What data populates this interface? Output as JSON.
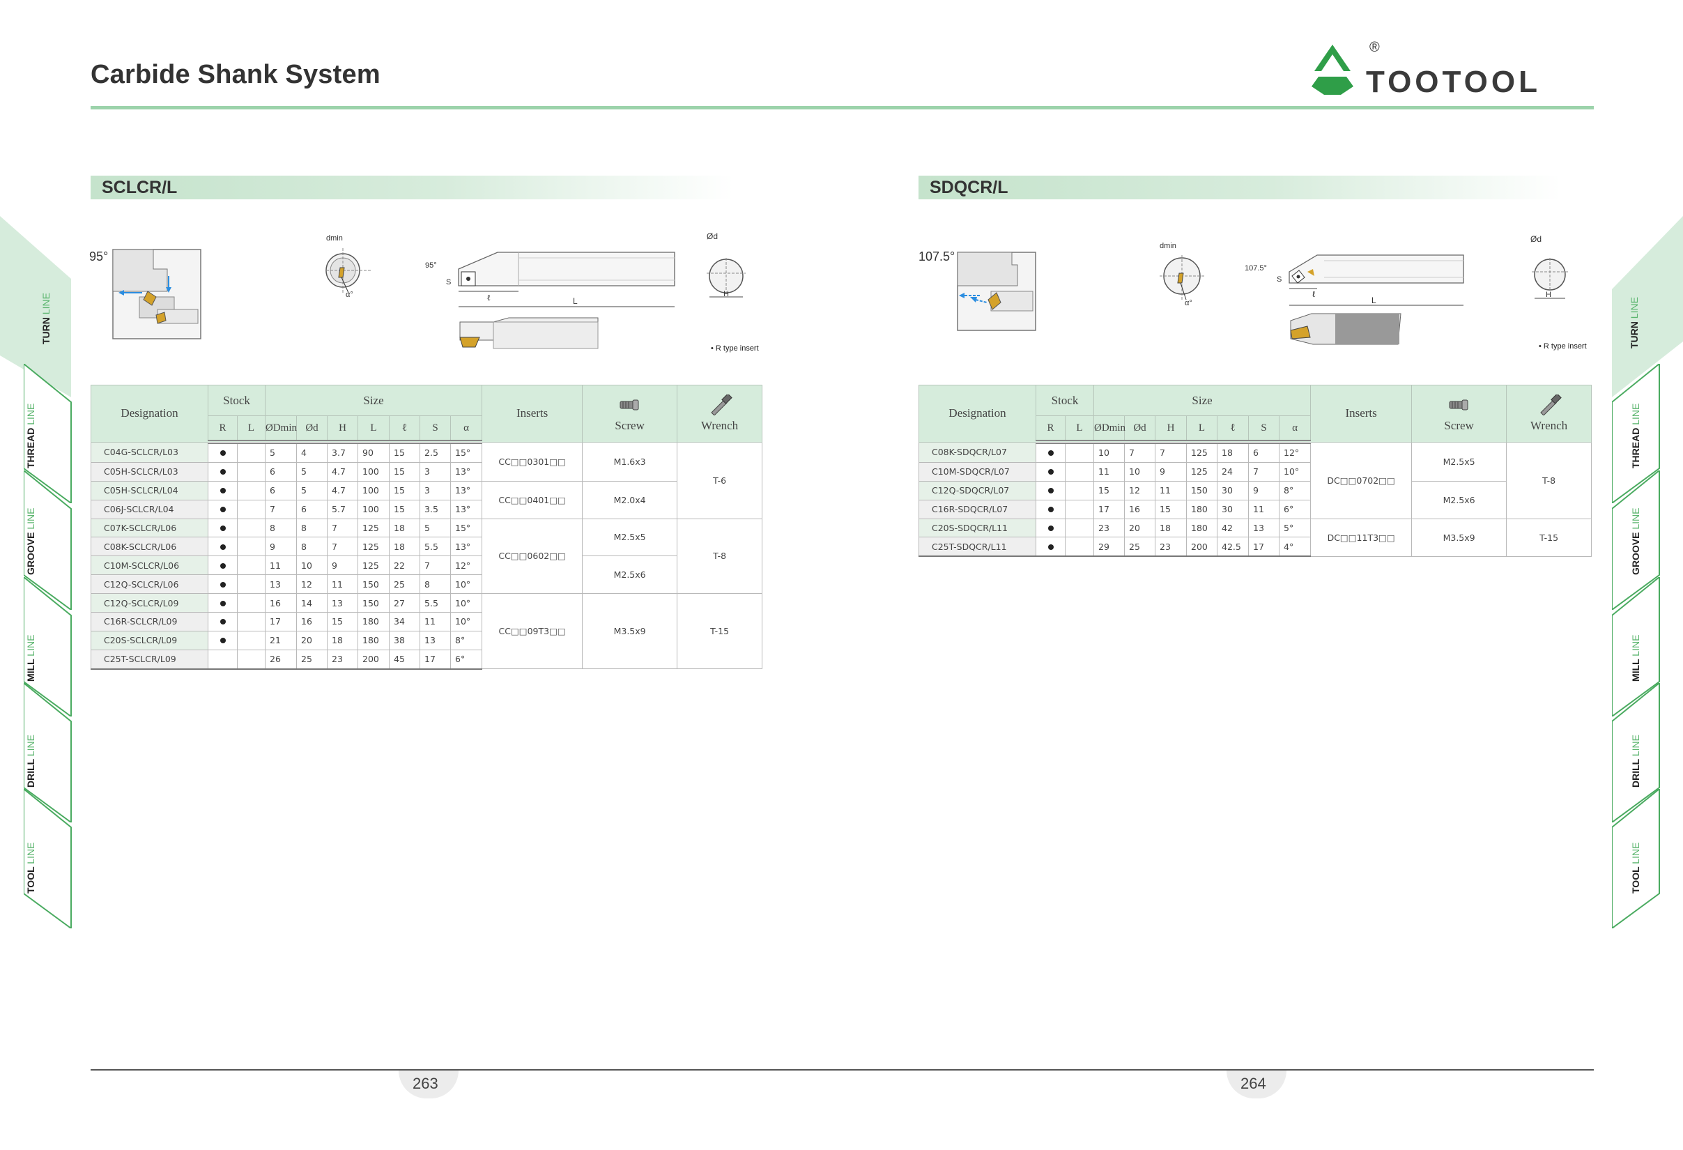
{
  "header": {
    "title": "Carbide Shank System",
    "brand": "TOOTOOL",
    "registered": "®",
    "brand_color": "#2f9e48",
    "rule_color": "#9cd3ab"
  },
  "side_nav": {
    "left": [
      {
        "w1": "TURN",
        "w2": "LINE",
        "active": true
      },
      {
        "w1": "THREAD",
        "w2": "LINE",
        "active": false
      },
      {
        "w1": "GROOVE",
        "w2": "LINE",
        "active": false
      },
      {
        "w1": "MILL",
        "w2": "LINE",
        "active": false
      },
      {
        "w1": "DRILL",
        "w2": "LINE",
        "active": false
      },
      {
        "w1": "TOOL",
        "w2": "LINE",
        "active": false
      }
    ],
    "right": [
      {
        "w1": "TURN",
        "w2": "LINE",
        "active": true
      },
      {
        "w1": "THREAD",
        "w2": "LINE",
        "active": false
      },
      {
        "w1": "GROOVE",
        "w2": "LINE",
        "active": false
      },
      {
        "w1": "MILL",
        "w2": "LINE",
        "active": false
      },
      {
        "w1": "DRILL",
        "w2": "LINE",
        "active": false
      },
      {
        "w1": "TOOL",
        "w2": "LINE",
        "active": false
      }
    ]
  },
  "left_section": {
    "title": "SCLCR/L",
    "angle": "95°",
    "dim_angle": "95°",
    "dmin": "dmin",
    "od": "Ød",
    "h": "H",
    "alpha": "α°",
    "s": "S",
    "lsmall": "ℓ",
    "L": "L",
    "note": "• R type insert",
    "headers": {
      "designation": "Designation",
      "stock": "Stock",
      "size": "Size",
      "inserts": "Inserts",
      "screw": "Screw",
      "wrench": "Wrench",
      "r": "R",
      "l": "L",
      "odmin": "ØDmin",
      "od": "Ød",
      "h": "H",
      "len": "L",
      "lsmall": "ℓ",
      "s": "S",
      "alpha": "α"
    },
    "rows": [
      {
        "d": "C04G-SCLCR/L03",
        "r": true,
        "c1": "5",
        "c2": "4",
        "c3": "3.7",
        "c4": "90",
        "c5": "15",
        "c6": "2.5",
        "c7": "15°"
      },
      {
        "d": "C05H-SCLCR/L03",
        "r": true,
        "c1": "6",
        "c2": "5",
        "c3": "4.7",
        "c4": "100",
        "c5": "15",
        "c6": "3",
        "c7": "13°"
      },
      {
        "d": "C05H-SCLCR/L04",
        "r": true,
        "c1": "6",
        "c2": "5",
        "c3": "4.7",
        "c4": "100",
        "c5": "15",
        "c6": "3",
        "c7": "13°"
      },
      {
        "d": "C06J-SCLCR/L04",
        "r": true,
        "c1": "7",
        "c2": "6",
        "c3": "5.7",
        "c4": "100",
        "c5": "15",
        "c6": "3.5",
        "c7": "13°"
      },
      {
        "d": "C07K-SCLCR/L06",
        "r": true,
        "c1": "8",
        "c2": "8",
        "c3": "7",
        "c4": "125",
        "c5": "18",
        "c6": "5",
        "c7": "15°"
      },
      {
        "d": "C08K-SCLCR/L06",
        "r": true,
        "c1": "9",
        "c2": "8",
        "c3": "7",
        "c4": "125",
        "c5": "18",
        "c6": "5.5",
        "c7": "13°"
      },
      {
        "d": "C10M-SCLCR/L06",
        "r": true,
        "c1": "11",
        "c2": "10",
        "c3": "9",
        "c4": "125",
        "c5": "22",
        "c6": "7",
        "c7": "12°"
      },
      {
        "d": "C12Q-SCLCR/L06",
        "r": true,
        "c1": "13",
        "c2": "12",
        "c3": "11",
        "c4": "150",
        "c5": "25",
        "c6": "8",
        "c7": "10°"
      },
      {
        "d": "C12Q-SCLCR/L09",
        "r": true,
        "c1": "16",
        "c2": "14",
        "c3": "13",
        "c4": "150",
        "c5": "27",
        "c6": "5.5",
        "c7": "10°"
      },
      {
        "d": "C16R-SCLCR/L09",
        "r": true,
        "c1": "17",
        "c2": "16",
        "c3": "15",
        "c4": "180",
        "c5": "34",
        "c6": "11",
        "c7": "10°"
      },
      {
        "d": "C20S-SCLCR/L09",
        "r": true,
        "c1": "21",
        "c2": "20",
        "c3": "18",
        "c4": "180",
        "c5": "38",
        "c6": "13",
        "c7": "8°"
      },
      {
        "d": "C25T-SCLCR/L09",
        "r": false,
        "c1": "26",
        "c2": "25",
        "c3": "23",
        "c4": "200",
        "c5": "45",
        "c6": "17",
        "c7": "6°"
      }
    ],
    "inserts": [
      "CC□□0301□□",
      "CC□□0401□□",
      "CC□□0602□□",
      "CC□□09T3□□"
    ],
    "screws": [
      "M1.6x3",
      "M2.0x4",
      "M2.5x5",
      "M2.5x6",
      "M3.5x9"
    ],
    "wrenches": [
      "T-6",
      "T-8",
      "T-15"
    ]
  },
  "right_section": {
    "title": "SDQCR/L",
    "angle": "107.5°",
    "dim_angle": "107.5°",
    "dmin": "dmin",
    "od": "Ød",
    "h": "H",
    "alpha": "α°",
    "s": "S",
    "lsmall": "ℓ",
    "L": "L",
    "note": "• R type insert",
    "headers": {
      "designation": "Designation",
      "stock": "Stock",
      "size": "Size",
      "inserts": "Inserts",
      "screw": "Screw",
      "wrench": "Wrench",
      "r": "R",
      "l": "L",
      "odmin": "ØDmin",
      "od": "Ød",
      "h": "H",
      "len": "L",
      "lsmall": "ℓ",
      "s": "S",
      "alpha": "α"
    },
    "rows": [
      {
        "d": "C08K-SDQCR/L07",
        "r": true,
        "c1": "10",
        "c2": "7",
        "c3": "7",
        "c4": "125",
        "c5": "18",
        "c6": "6",
        "c7": "12°"
      },
      {
        "d": "C10M-SDQCR/L07",
        "r": true,
        "c1": "11",
        "c2": "10",
        "c3": "9",
        "c4": "125",
        "c5": "24",
        "c6": "7",
        "c7": "10°"
      },
      {
        "d": "C12Q-SDQCR/L07",
        "r": true,
        "c1": "15",
        "c2": "12",
        "c3": "11",
        "c4": "150",
        "c5": "30",
        "c6": "9",
        "c7": "8°"
      },
      {
        "d": "C16R-SDQCR/L07",
        "r": true,
        "c1": "17",
        "c2": "16",
        "c3": "15",
        "c4": "180",
        "c5": "30",
        "c6": "11",
        "c7": "6°"
      },
      {
        "d": "C20S-SDQCR/L11",
        "r": true,
        "c1": "23",
        "c2": "20",
        "c3": "18",
        "c4": "180",
        "c5": "42",
        "c6": "13",
        "c7": "5°"
      },
      {
        "d": "C25T-SDQCR/L11",
        "r": true,
        "c1": "29",
        "c2": "25",
        "c3": "23",
        "c4": "200",
        "c5": "42.5",
        "c6": "17",
        "c7": "4°"
      }
    ],
    "inserts": [
      "DC□□0702□□",
      "DC□□11T3□□"
    ],
    "screws": [
      "M2.5x5",
      "M2.5x6",
      "M3.5x9"
    ],
    "wrenches": [
      "T-8",
      "T-15"
    ]
  },
  "footer": {
    "page_left": "263",
    "page_right": "264"
  }
}
